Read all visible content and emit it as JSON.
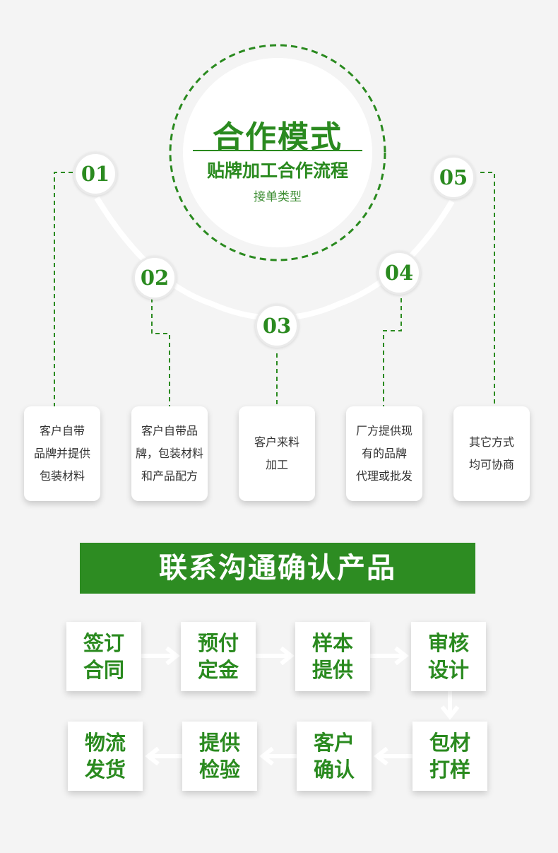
{
  "hero": {
    "title": "合作模式",
    "subtitle": "贴牌加工合作流程",
    "small": "接单类型"
  },
  "nodes": [
    "01",
    "02",
    "03",
    "04",
    "05"
  ],
  "cards": [
    [
      "客户自带",
      "品牌并提供",
      "包装材料"
    ],
    [
      "客户自带品",
      "牌，包装材料",
      "和产品配方"
    ],
    [
      "客户来料",
      "加工"
    ],
    [
      "厂方提供现",
      "有的品牌",
      "代理或批发"
    ],
    [
      "其它方式",
      "均可协商"
    ]
  ],
  "banner": "联系沟通确认产品",
  "steps": [
    [
      "签订",
      "合同"
    ],
    [
      "预付",
      "定金"
    ],
    [
      "样本",
      "提供"
    ],
    [
      "审核",
      "设计"
    ],
    [
      "包材",
      "打样"
    ],
    [
      "客户",
      "确认"
    ],
    [
      "提供",
      "检验"
    ],
    [
      "物流",
      "发货"
    ]
  ],
  "colors": {
    "accent": "#2a8a1f",
    "banner": "#2d8c22",
    "background": "#f4f4f4"
  }
}
